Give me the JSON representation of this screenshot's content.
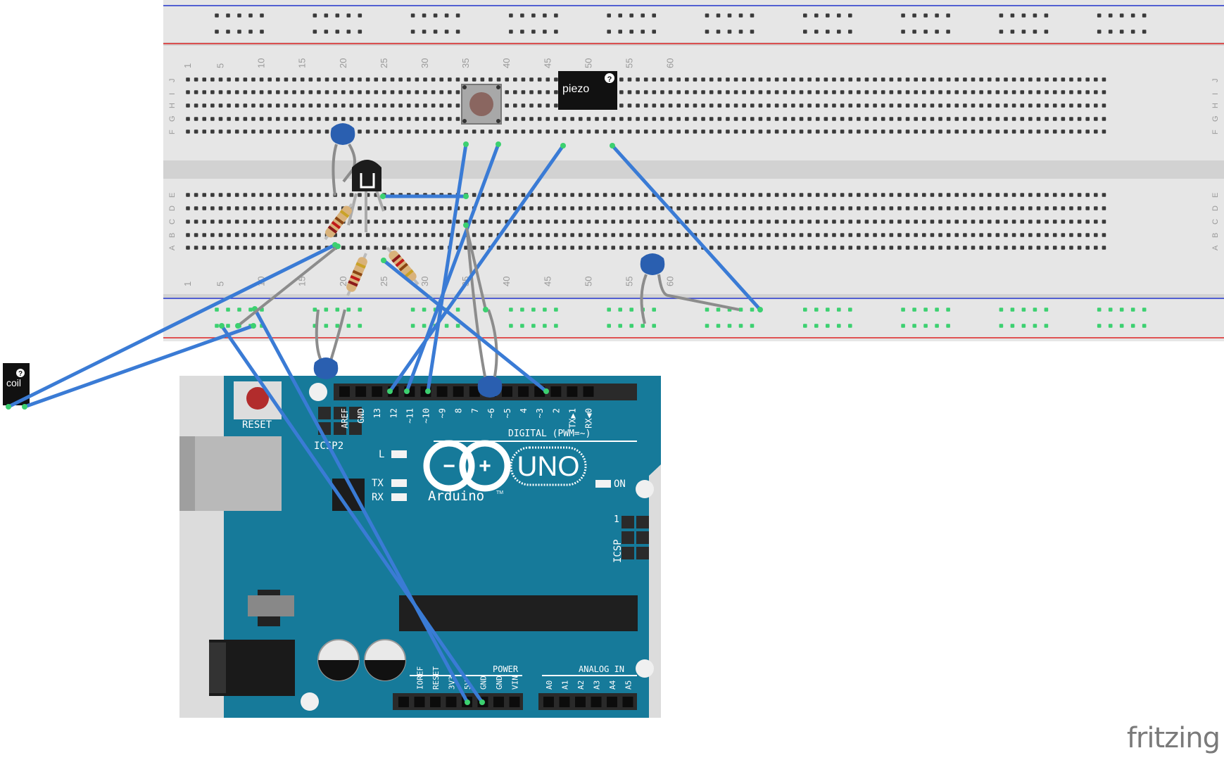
{
  "breadboard": {
    "col_labels": [
      "1",
      "5",
      "10",
      "15",
      "20",
      "25",
      "30",
      "35",
      "40",
      "45",
      "50",
      "55",
      "60"
    ],
    "row_labels_top": [
      "J",
      "I",
      "H",
      "G",
      "F"
    ],
    "row_labels_bottom": [
      "E",
      "D",
      "C",
      "B",
      "A"
    ],
    "colors": {
      "board": "#e6e6e6",
      "rail_blue": "#2233cc",
      "rail_red": "#dd2222"
    }
  },
  "parts": {
    "piezo_label": "piezo",
    "coil_label": "coil",
    "unknown_mark": "?"
  },
  "arduino": {
    "reset_label": "RESET",
    "icsp2_label": "ICSP2",
    "icsp_label": "ICSP",
    "icsp_pin1": "1",
    "digital_header_label": "DIGITAL (PWM=~)",
    "digital_pins": [
      "AREF",
      "GND",
      "13",
      "12",
      "~11",
      "~10",
      "~9",
      "8",
      "7",
      "~6",
      "~5",
      "4",
      "~3",
      "2",
      "TX▶1",
      "RX◀0"
    ],
    "led_l": "L",
    "led_tx": "TX",
    "led_rx": "RX",
    "led_on": "ON",
    "uno": "UNO",
    "logo_minus": "−",
    "logo_plus": "+",
    "brand": "Arduino",
    "tm": "TM",
    "power_header_label": "POWER",
    "analog_header_label": "ANALOG IN",
    "power_pins": [
      "IOREF",
      "RESET",
      "3V3",
      "5V",
      "GND",
      "GND",
      "VIN"
    ],
    "analog_pins": [
      "A0",
      "A1",
      "A2",
      "A3",
      "A4",
      "A5"
    ],
    "colors": {
      "pcb": "#167a9a",
      "header": "#2a2a2a",
      "silk": "#ffffff"
    }
  },
  "wire_colors": {
    "blue": "#3a7bd5",
    "gray": "#8c8c8c",
    "led_green": "#3cd070"
  },
  "footer": {
    "brand": "fritzing"
  }
}
